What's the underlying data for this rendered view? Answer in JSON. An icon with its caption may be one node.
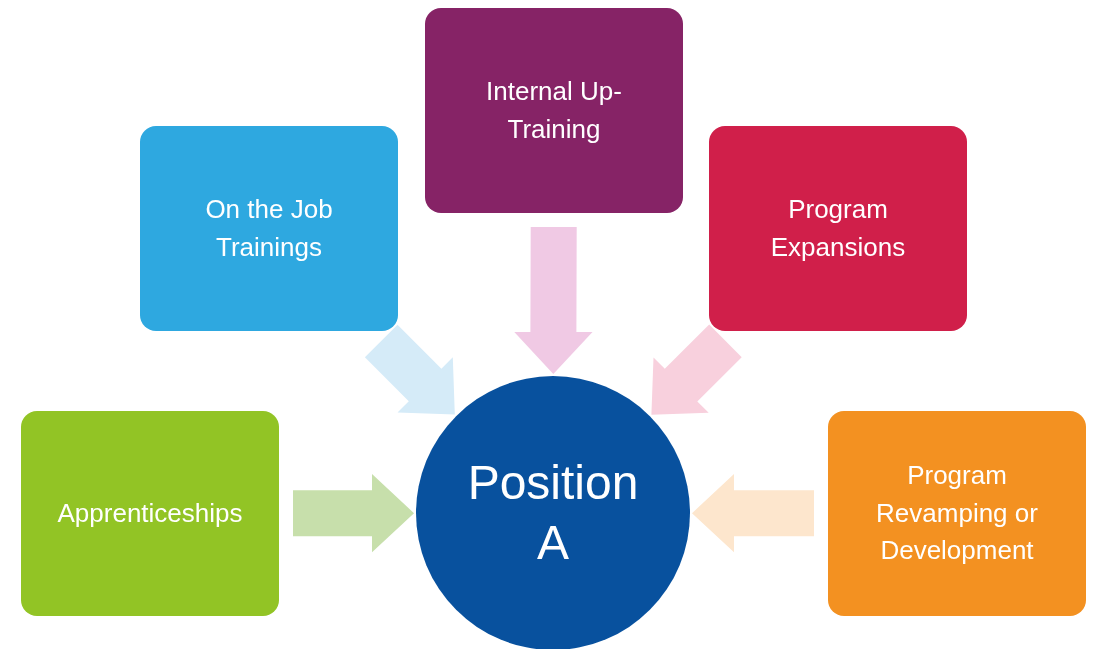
{
  "diagram": {
    "nodes": [
      {
        "text": [
          "Internal Up-Training"
        ]
      },
      {
        "text": [
          "On the Job Trainings"
        ]
      },
      {
        "text": [
          "Program Expansions"
        ]
      },
      {
        "text": [
          "Apprenticeships"
        ]
      },
      {
        "text": [
          "Position A"
        ]
      },
      {
        "text": [
          "Program Revamping or Development"
        ]
      }
    ],
    "edges": [
      {
        "from": 0,
        "to": 4,
        "arrow": "to",
        "color": "#f0c9e4"
      },
      {
        "from": 1,
        "to": 4,
        "arrow": "to",
        "color": "#d5ebf8"
      },
      {
        "from": 2,
        "to": 4,
        "arrow": "to",
        "color": "#f8d0dd"
      },
      {
        "from": 3,
        "to": 4,
        "arrow": "to",
        "color": "#c7dfab"
      },
      {
        "from": 5,
        "to": 4,
        "arrow": "to",
        "color": "#fde6cd"
      }
    ]
  }
}
